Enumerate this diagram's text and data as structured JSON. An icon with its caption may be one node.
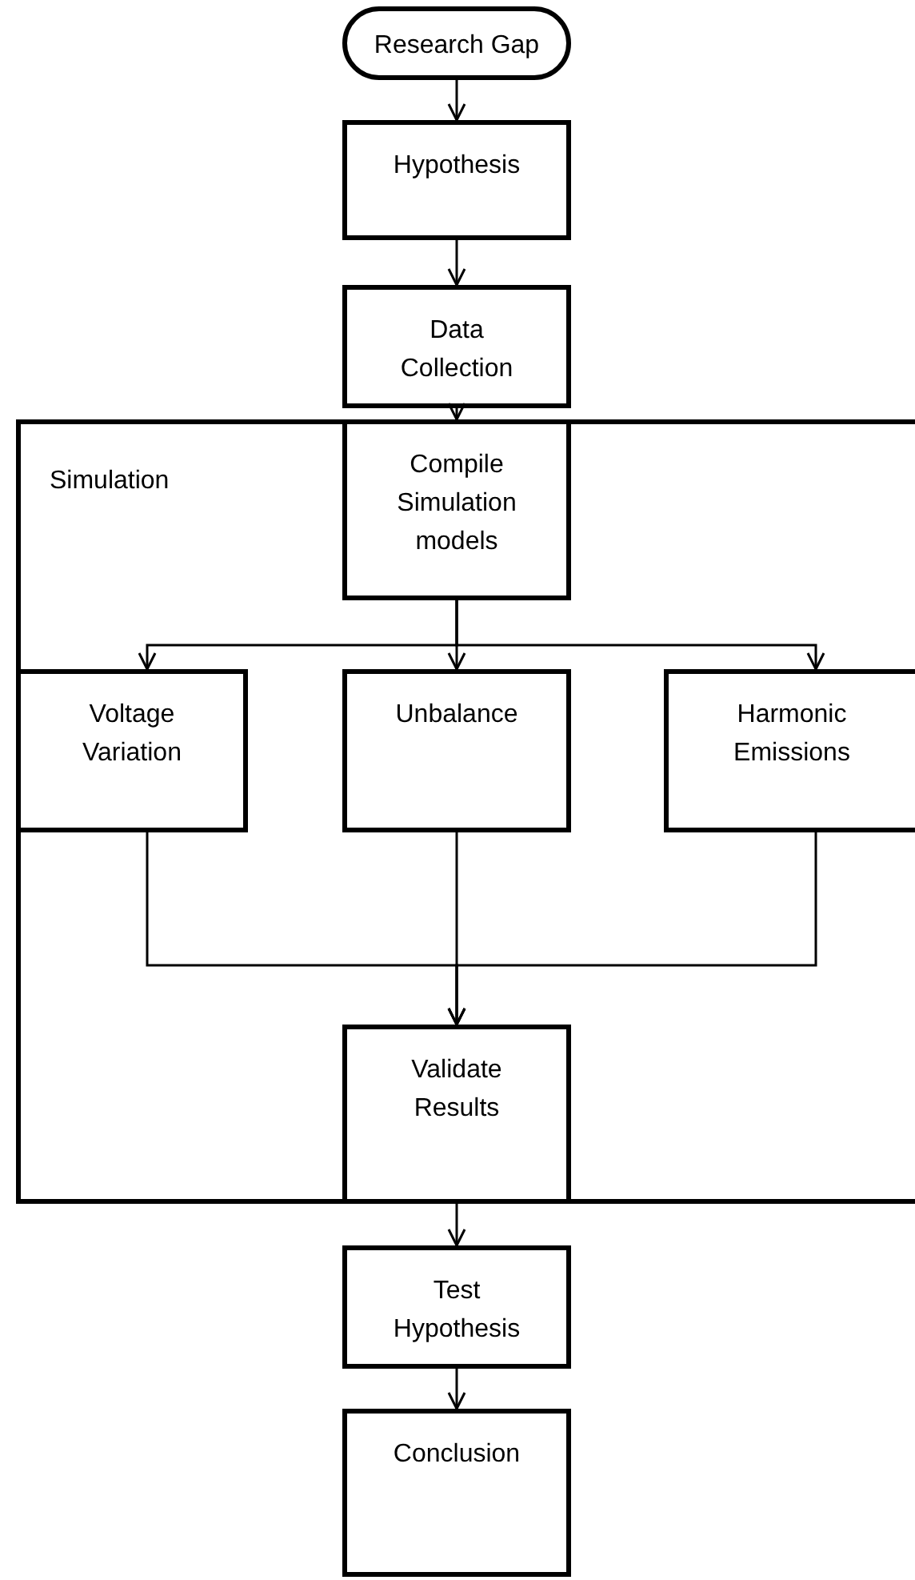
{
  "diagram": {
    "nodes": [
      {
        "text": [
          "Research Gap"
        ]
      },
      {
        "text": [
          "Hypothesis"
        ]
      },
      {
        "text": [
          "Data Collection"
        ]
      },
      {
        "text": [
          "Simulation"
        ]
      },
      {
        "text": [
          "Compile Simulation models"
        ],
        "in": 3
      },
      {
        "text": [
          "Voltage Variation"
        ],
        "in": 3
      },
      {
        "text": [
          "Unbalance"
        ],
        "in": 3
      },
      {
        "text": [
          "Harmonic Emissions"
        ],
        "in": 3
      },
      {
        "text": [
          "Validate Results"
        ],
        "in": 3
      },
      {
        "text": [
          "Test Hypothesis"
        ]
      },
      {
        "text": [
          "Conclusion"
        ]
      }
    ],
    "edges": [
      {
        "from": 0,
        "to": 1,
        "arrow": "to"
      },
      {
        "from": 1,
        "to": 2,
        "arrow": "to"
      },
      {
        "from": 2,
        "to": 4,
        "arrow": "to"
      },
      {
        "from": 4,
        "to": 5,
        "arrow": "to"
      },
      {
        "from": 4,
        "to": 6,
        "arrow": "to"
      },
      {
        "from": 4,
        "to": 7,
        "arrow": "to"
      },
      {
        "from": 5,
        "to": 8,
        "arrow": "to"
      },
      {
        "from": 6,
        "to": 8,
        "arrow": "to"
      },
      {
        "from": 7,
        "to": 8,
        "arrow": "to"
      },
      {
        "from": 8,
        "to": 9,
        "arrow": "to"
      },
      {
        "from": 9,
        "to": 10,
        "arrow": "to"
      }
    ]
  }
}
